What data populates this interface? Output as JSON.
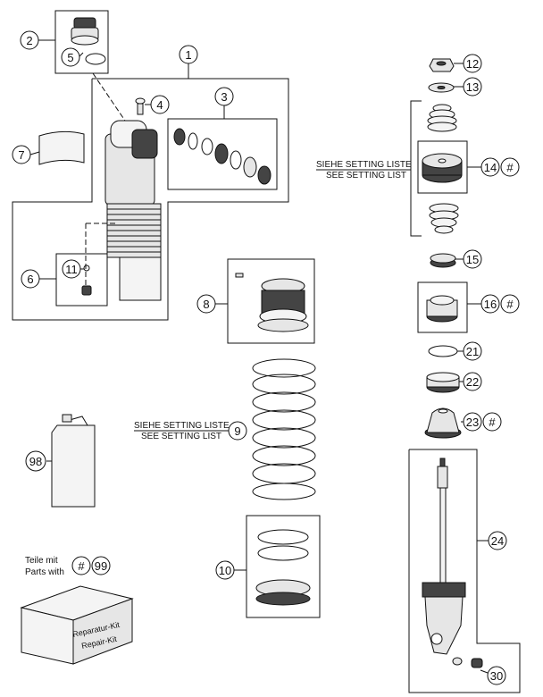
{
  "callouts": {
    "c1": "1",
    "c2": "2",
    "c3": "3",
    "c4": "4",
    "c5": "5",
    "c6": "6",
    "c7": "7",
    "c8": "8",
    "c9": "9",
    "c10": "10",
    "c11": "11",
    "c12": "12",
    "c13": "13",
    "c14": "14",
    "c15": "15",
    "c16": "16",
    "c21": "21",
    "c22": "22",
    "c23": "23",
    "c24": "24",
    "c30": "30",
    "c98": "98",
    "c99": "99"
  },
  "hash_marker": "#",
  "setting_note_top": {
    "de": "SIEHE SETTING LISTE",
    "en": "SEE SETTING LIST"
  },
  "setting_note_spring": {
    "de": "SIEHE SETTING LISTE",
    "en": "SEE SETTING LIST"
  },
  "kit_note": {
    "de": "Teile mit",
    "en": "Parts with"
  },
  "kit_box": {
    "line1": "Reparatur-Kit",
    "line2": "Repair-Kit"
  }
}
